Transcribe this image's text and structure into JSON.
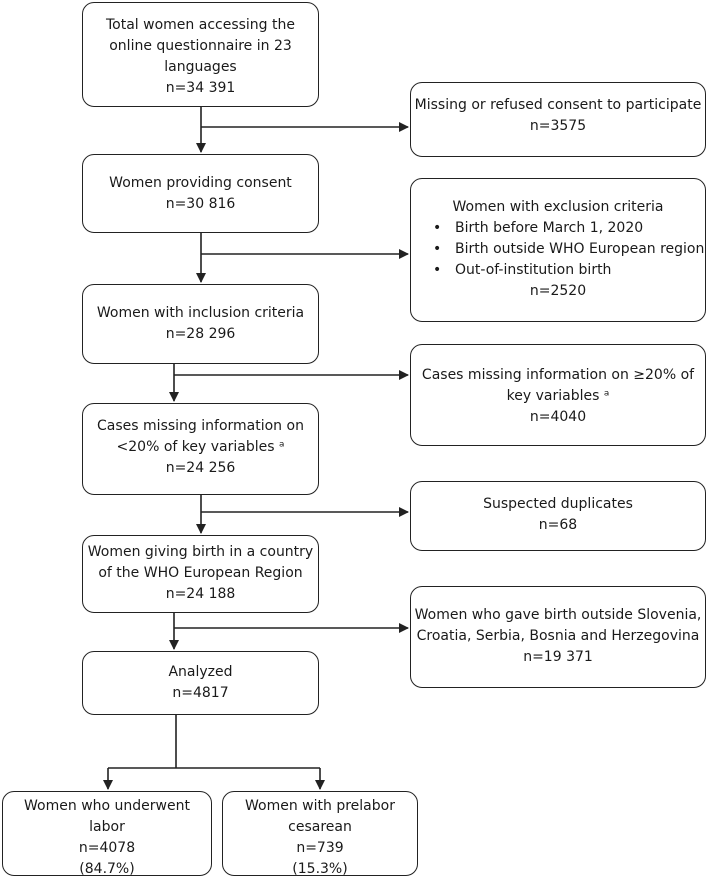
{
  "boxes": {
    "total": {
      "lines": [
        "Total women accessing the",
        "online questionnaire in 23",
        "languages",
        "n=34 391"
      ]
    },
    "missing_consent": {
      "lines": [
        "Missing or refused consent to participate",
        "n=3575"
      ]
    },
    "consent": {
      "lines": [
        "Women providing consent",
        "n=30 816"
      ]
    },
    "exclusion": {
      "title": "Women with exclusion criteria",
      "bullets": [
        "Birth before March 1, 2020",
        "Birth outside WHO European region",
        "Out-of-institution birth"
      ],
      "n": "n=2520"
    },
    "inclusion": {
      "lines": [
        "Women with inclusion criteria",
        "n=28 296"
      ]
    },
    "missing_ge20": {
      "lines": [
        "Cases missing information on ≥20% of",
        "key variables ᵃ",
        "n=4040"
      ]
    },
    "missing_lt20": {
      "lines": [
        "Cases missing information on",
        "<20% of key variables ᵃ",
        "n=24 256"
      ]
    },
    "duplicates": {
      "lines": [
        "Suspected duplicates",
        "n=68"
      ]
    },
    "european": {
      "lines": [
        "Women giving birth in a country",
        "of the WHO European Region",
        "n=24 188"
      ]
    },
    "outside": {
      "lines": [
        "Women who gave birth outside Slovenia,",
        "Croatia, Serbia, Bosnia and Herzegovina",
        "n=19 371"
      ]
    },
    "analyzed": {
      "lines": [
        "Analyzed",
        "n=4817"
      ]
    },
    "labor": {
      "lines": [
        "Women who underwent",
        "labor",
        "n=4078",
        "(84.7%)"
      ]
    },
    "prelabor": {
      "lines": [
        "Women with prelabor",
        "cesarean",
        "n=739",
        "(15.3%)"
      ]
    }
  }
}
